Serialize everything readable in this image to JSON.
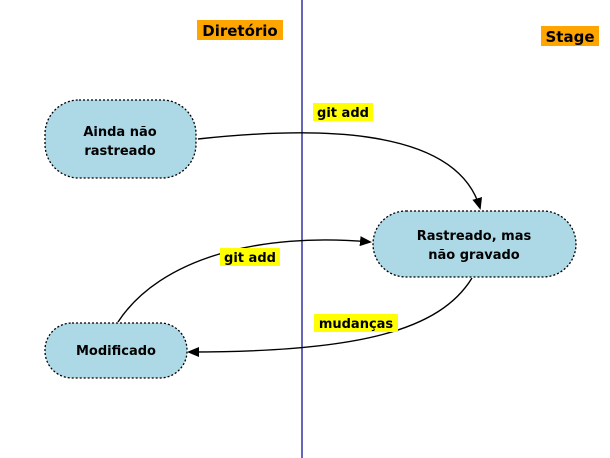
{
  "colors": {
    "background": "#ffffff",
    "divider": "#00008b",
    "header_highlight": "#ffa500",
    "label_highlight": "#ffff00",
    "node_fill": "#add8e6",
    "node_border": "#000000",
    "arrow": "#000000",
    "text": "#000000"
  },
  "headers": {
    "directory": "Diretório",
    "stage": "Stage"
  },
  "nodes": {
    "untracked": {
      "line1": "Ainda não",
      "line2": "rastreado"
    },
    "tracked_unsaved": {
      "line1": "Rastreado, mas",
      "line2": "não gravado"
    },
    "modified": {
      "label": "Modificado"
    }
  },
  "edges": {
    "untracked_to_tracked": {
      "label": "git add"
    },
    "modified_to_tracked": {
      "label": "git add"
    },
    "tracked_to_modified": {
      "label": "mudanças"
    }
  }
}
